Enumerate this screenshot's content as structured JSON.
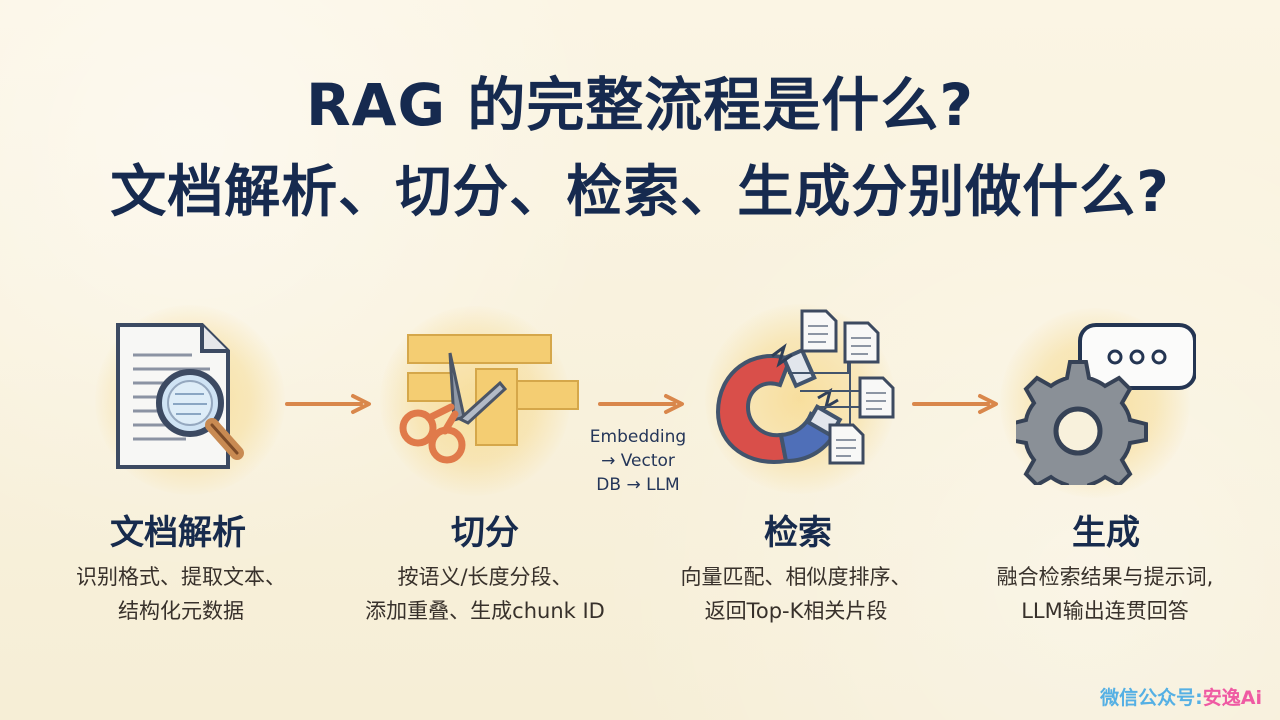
{
  "title": {
    "line1": "RAG 的完整流程是什么?",
    "line2": "文档解析、切分、检索、生成分别做什么?"
  },
  "steps": [
    {
      "title": "文档解析",
      "desc_line1": "识别格式、提取文本、",
      "desc_line2": "结构化元数据",
      "icon": "document-search-icon"
    },
    {
      "title": "切分",
      "desc_line1": "按语义/长度分段、",
      "desc_line2": "添加重叠、生成chunk ID",
      "icon": "scissors-icon"
    },
    {
      "title": "检索",
      "desc_line1": "向量匹配、相似度排序、",
      "desc_line2": "返回Top-K相关片段",
      "icon": "magnet-documents-icon"
    },
    {
      "title": "生成",
      "desc_line1": "融合检索结果与提示词,",
      "desc_line2": "LLM输出连贯回答",
      "icon": "gear-chat-icon"
    }
  ],
  "connector": {
    "line1": "Embedding",
    "line2": "→ Vector",
    "line3": "DB → LLM"
  },
  "footer": {
    "prefix": "微信公众号:",
    "brand": "安逸Ai"
  },
  "colors": {
    "title": "#162a4f",
    "arrow": "#d9874b",
    "glow": "#f6ce67",
    "brand_blue": "#55b0e4",
    "brand_pink": "#ef5aa3"
  }
}
